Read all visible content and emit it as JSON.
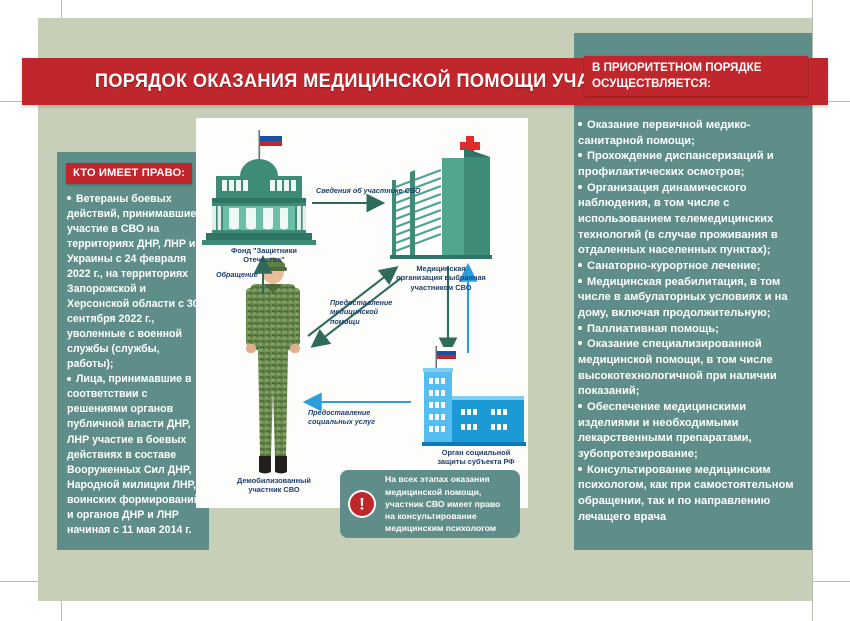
{
  "poster": {
    "title": "ПОРЯДОК ОКАЗАНИЯ МЕДИЦИНСКОЙ ПОМОЩИ УЧАСТНИКАМ СВО",
    "logo_name": "medical-cross-emblem",
    "colors": {
      "red": "#c0272d",
      "teal": "#5f8d8a",
      "sage_bg": "#c7cfb8",
      "diagram_bg": "#fdfdfb",
      "label_blue": "#1f3f6e",
      "building_green": "#3e8b78",
      "building_blue": "#1b9ad6"
    }
  },
  "left_panel": {
    "heading": "КТО ИМЕЕТ ПРАВО:",
    "items": [
      "Ветераны боевых действий, принимавшие участие в СВО на территориях ДНР, ЛНР и Украины с 24 февраля 2022 г., на территориях Запорожской и Херсонской области с 30 сентября 2022 г., уволенные с военной службы (службы, работы);",
      "Лица, принимавшие в соответствии с решениями органов публичной власти ДНР, ЛНР участие в боевых действиях в составе Вооруженных Сил ДНР, Народной милиции ЛНР, воинских формирований и органов ДНР и ЛНР начиная с 11 мая 2014 г."
    ]
  },
  "right_panel": {
    "heading": "В ПРИОРИТЕТНОМ ПОРЯДКЕ ОСУЩЕСТВЛЯЕТСЯ:",
    "items": [
      "Оказание первичной медико-санитарной помощи;",
      "Прохождение диспансеризаций и профилактических осмотров;",
      "Организация динамического наблюдения, в том числе с использованием телемедицинских технологий (в случае проживания в отдаленных населенных пунктах);",
      "Санаторно-курортное лечение;",
      "Медицинская реабилитация, в том числе в амбулаторных условиях и на дому, включая продолжительную;",
      "Паллиативная помощь;",
      "Оказание специализированной медицинской помощи, в том числе высокотехнологичной при наличии показаний;",
      "Обеспечение медицинскими изделиями и необходимыми лекарственными препаратами, зубопротезирование;",
      "Консультирование медицинским психологом, как при самостоятельном обращении, так и по направлению лечащего врача"
    ]
  },
  "diagram": {
    "nodes": [
      {
        "id": "fund",
        "label": "Фонд \"Защитники\nОтечества\"",
        "icon": "government-building-icon"
      },
      {
        "id": "medorg",
        "label": "Медицинская\nорганизация выбранная\nучастником СВО",
        "icon": "hospital-building-icon"
      },
      {
        "id": "soldier",
        "label": "Демобилизованный\nучастник СВО",
        "icon": "soldier-figure-icon"
      },
      {
        "id": "socorg",
        "label": "Орган социальной\nзащиты субъекта РФ",
        "icon": "social-protection-building-icon"
      }
    ],
    "arrows": [
      {
        "id": "a1",
        "label": "Сведения об участнике СВО",
        "from": "fund",
        "to": "medorg"
      },
      {
        "id": "a2",
        "label": "Обращение",
        "from": "soldier",
        "to": "medorg"
      },
      {
        "id": "a3",
        "label": "Предоставление\nмедицинской\nпомощи",
        "from": "medorg",
        "to": "soldier"
      },
      {
        "id": "a4",
        "label": "Предоставление\nсоциальных услуг",
        "from": "socorg",
        "to": "soldier"
      },
      {
        "id": "a5",
        "label": "",
        "from": "socorg",
        "to": "medorg"
      },
      {
        "id": "a6",
        "label": "",
        "from": "medorg",
        "to": "socorg"
      },
      {
        "id": "a7",
        "label": "",
        "from": "soldier",
        "to": "fund"
      }
    ]
  },
  "alert": {
    "icon": "exclamation-circle-icon",
    "text": "На всех этапах оказания медицинской помощи, участник СВО имеет право на консультирование медицинским психологом"
  }
}
